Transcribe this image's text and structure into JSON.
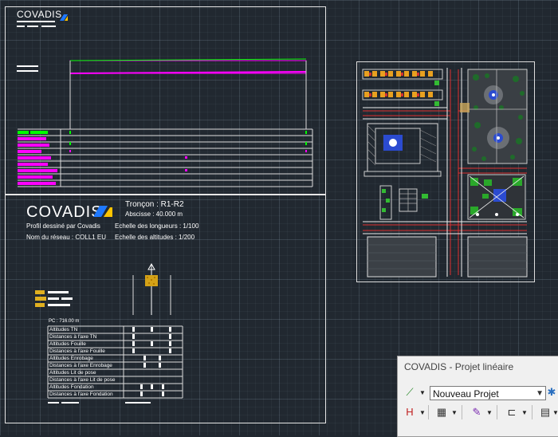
{
  "header": {
    "logo_text": "COVADIS",
    "troncon": "Tronçon : R1-R2",
    "abscisse": "Abscisse : 40.000 m",
    "profil": "Profil dessiné par Covadis",
    "reseau": "Nom du réseau : COLL1 EU",
    "echelle_long": "Echelle des longueurs : 1/100",
    "echelle_alt": "Echelle des altitudes : 1/200"
  },
  "table": {
    "pc": "PC : 716.00 m",
    "rows": [
      "Altitudes TN",
      "Distances à l'axe TN",
      "Altitudes Fouille",
      "Distances à l'axe Fouille",
      "Altitudes Enrobage",
      "Distances à l'axe Enrobage",
      "Altitudes Lit de pose",
      "Distances à l'axe Lit de pose",
      "Altitudes Fondation",
      "Distances à l'axe Fondation"
    ]
  },
  "toolbar": {
    "title": "COVADIS - Projet linéaire",
    "project_value": "Nouveau Projet"
  },
  "colors": {
    "background": "#212830",
    "magenta": "#ff00ff",
    "green": "#00ff00",
    "logo_blue": "#1e78ff",
    "logo_yellow": "#ffc400"
  }
}
